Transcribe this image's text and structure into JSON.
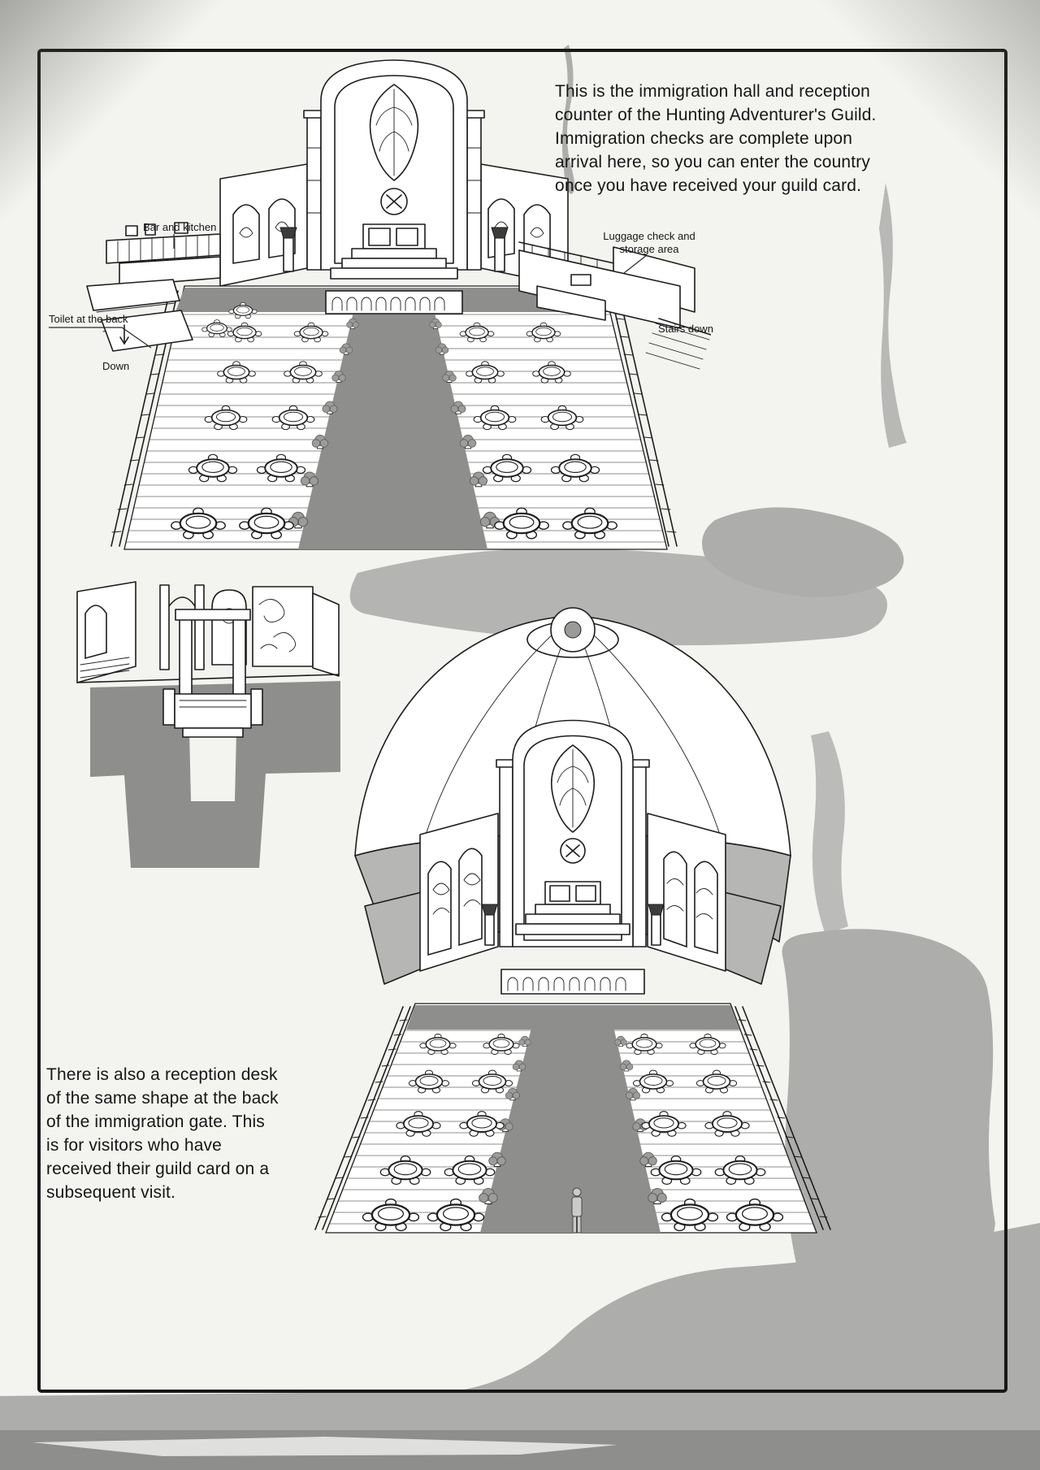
{
  "annotations": {
    "intro": "This is the immigration hall and reception counter of the Hunting Adventurer's Guild. Immigration checks are complete upon arrival here, so you can enter the country once you have received your guild card.",
    "second_visit": "There is also a reception desk of the same shape at the back of the immigration gate. This is for visitors who have received their guild card on a subsequent visit."
  },
  "labels": {
    "bar_kitchen": "Bar and kitchen",
    "toilet": "Toilet at the back",
    "down": "Down",
    "luggage": "Luggage check and storage area",
    "stairs_down": "Stairs down"
  },
  "illustrations": {
    "hall_overview": "immigration-hall-and-reception-counter",
    "reception_rear": "reception-desk-rear-view",
    "domed_hall": "immigration-hall-under-dome"
  },
  "colors": {
    "paper": "#f3f3f0",
    "ink": "#1c1c1c",
    "carpet_gray": "#8e8e8c",
    "canopy_gray": "#b6b6b4",
    "torn_gray": "#adadab"
  }
}
